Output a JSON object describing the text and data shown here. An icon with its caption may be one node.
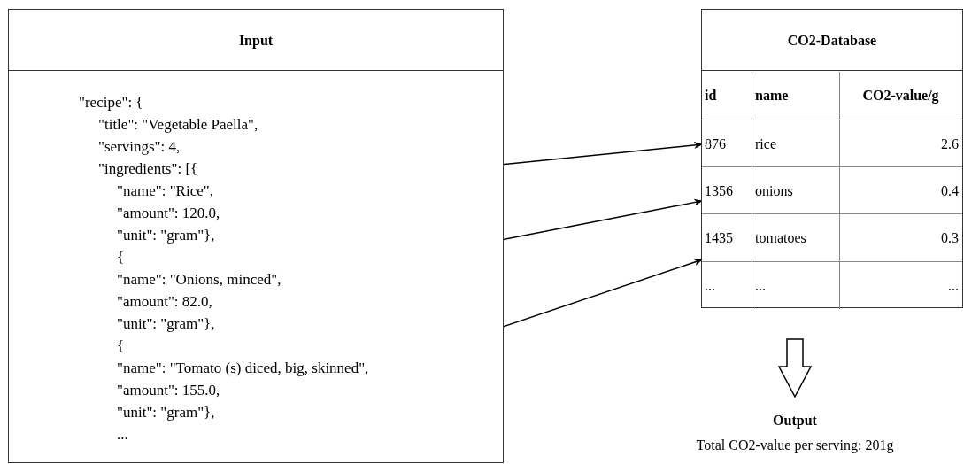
{
  "diagram": {
    "nodes": [
      {
        "text": [
          "Input"
        ]
      },
      {
        "text": [
          "\"recipe\": {"
        ],
        "in": 0
      },
      {
        "text": [
          "\"title\": \"Vegetable Paella\","
        ],
        "in": 0
      },
      {
        "text": [
          "\"servings\": 4,"
        ],
        "in": 0
      },
      {
        "text": [
          "\"ingredients\": [{"
        ],
        "in": 0
      },
      {
        "text": [
          "\"name\": \"Rice\","
        ],
        "in": 0
      },
      {
        "text": [
          "\"amount\": 120.0,"
        ],
        "in": 0
      },
      {
        "text": [
          "\"unit\": \"gram\"},"
        ],
        "in": 0
      },
      {
        "text": [
          "{"
        ],
        "in": 0
      },
      {
        "text": [
          "\"name\": \"Onions, minced\","
        ],
        "in": 0
      },
      {
        "text": [
          "\"amount\": 82.0,"
        ],
        "in": 0
      },
      {
        "text": [
          "\"unit\": \"gram\"},"
        ],
        "in": 0
      },
      {
        "text": [
          "{"
        ],
        "in": 0
      },
      {
        "text": [
          "\"name\": \"Tomato (s) diced, big, skinned\","
        ],
        "in": 0
      },
      {
        "text": [
          "\"amount\": 155.0,"
        ],
        "in": 0
      },
      {
        "text": [
          "\"unit\": \"gram\"},"
        ],
        "in": 0
      },
      {
        "text": [
          "..."
        ],
        "in": 0
      },
      {
        "text": [
          "CO2-Database"
        ]
      },
      {
        "text": [
          "id",
          "name",
          "CO2-value/g"
        ],
        "in": 17
      },
      {
        "text": [
          "876",
          "rice",
          "2.6"
        ],
        "in": 17
      },
      {
        "text": [
          "1356",
          "onions",
          "0.4"
        ],
        "in": 17
      },
      {
        "text": [
          "1435",
          "tomatoes",
          "0.3"
        ],
        "in": 17
      },
      {
        "text": [
          "...",
          "...",
          "..."
        ],
        "in": 17
      },
      {
        "text": [
          "Output",
          "Total CO2-value per serving: 201g"
        ]
      }
    ],
    "edges": [
      {
        "from": 5,
        "to": 19,
        "arrow": "to"
      },
      {
        "from": 9,
        "to": 20,
        "arrow": "to"
      },
      {
        "from": 13,
        "to": 21,
        "arrow": "to"
      },
      {
        "from": 17,
        "to": 23,
        "arrow": "to",
        "style": "thick"
      }
    ]
  }
}
